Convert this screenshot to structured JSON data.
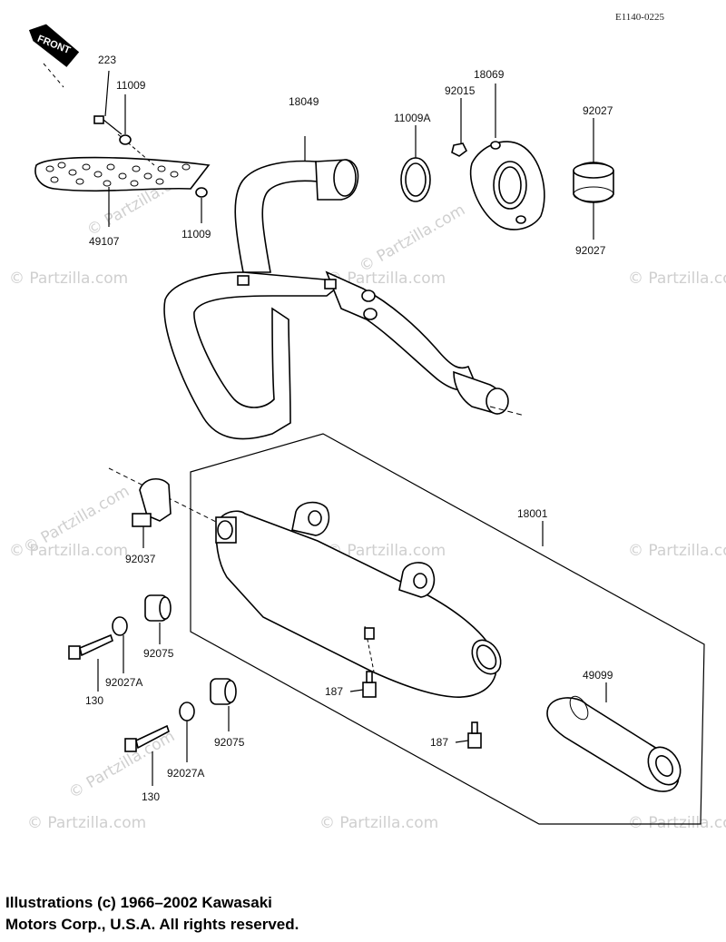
{
  "diagram_code": "E1140-0225",
  "front_label": "FRONT",
  "watermark": "© Partzilla.com",
  "parts": {
    "p223": "223",
    "p11009_top": "11009",
    "p11009_bottom": "11009",
    "p49107": "49107",
    "p18049": "18049",
    "p11009A": "11009A",
    "p92015": "92015",
    "p18069": "18069",
    "p92027_top": "92027",
    "p92027_bottom": "92027",
    "p18001": "18001",
    "p92037": "92037",
    "p92075_a": "92075",
    "p92075_b": "92075",
    "p130_a": "130",
    "p130_b": "130",
    "p92027A_a": "92027A",
    "p92027A_b": "92027A",
    "p187_a": "187",
    "p187_b": "187",
    "p49099": "49099"
  },
  "copyright": {
    "line1": "Illustrations (c) 1966–2002 Kawasaki",
    "line2": "Motors Corp., U.S.A.  All rights reserved."
  }
}
